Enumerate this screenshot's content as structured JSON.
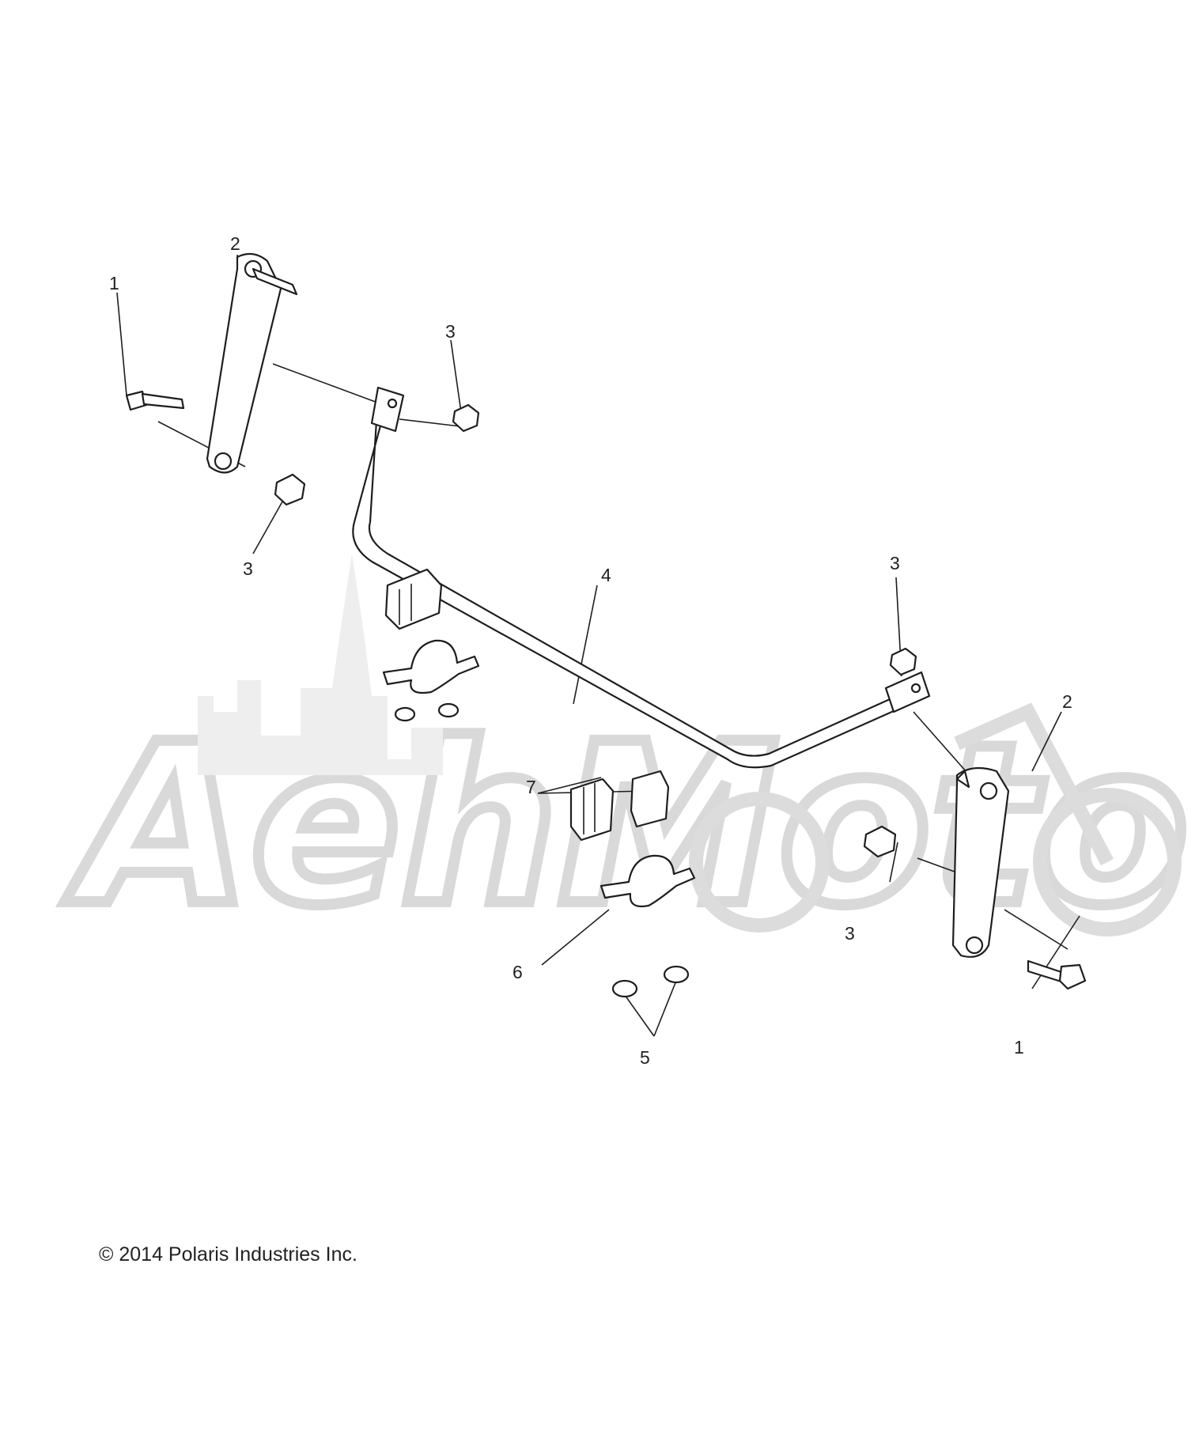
{
  "watermark": {
    "text": "AehMoto",
    "color": "#d9d9d9"
  },
  "callouts": [
    {
      "id": "c1a",
      "label": "1"
    },
    {
      "id": "c2a",
      "label": "2"
    },
    {
      "id": "c3a",
      "label": "3"
    },
    {
      "id": "c3b",
      "label": "3"
    },
    {
      "id": "c4",
      "label": "4"
    },
    {
      "id": "c3c",
      "label": "3"
    },
    {
      "id": "c2b",
      "label": "2"
    },
    {
      "id": "c7",
      "label": "7"
    },
    {
      "id": "c3d",
      "label": "3"
    },
    {
      "id": "c6",
      "label": "6"
    },
    {
      "id": "c5",
      "label": "5"
    },
    {
      "id": "c1b",
      "label": "1"
    }
  ],
  "copyright": "© 2014 Polaris Industries Inc."
}
